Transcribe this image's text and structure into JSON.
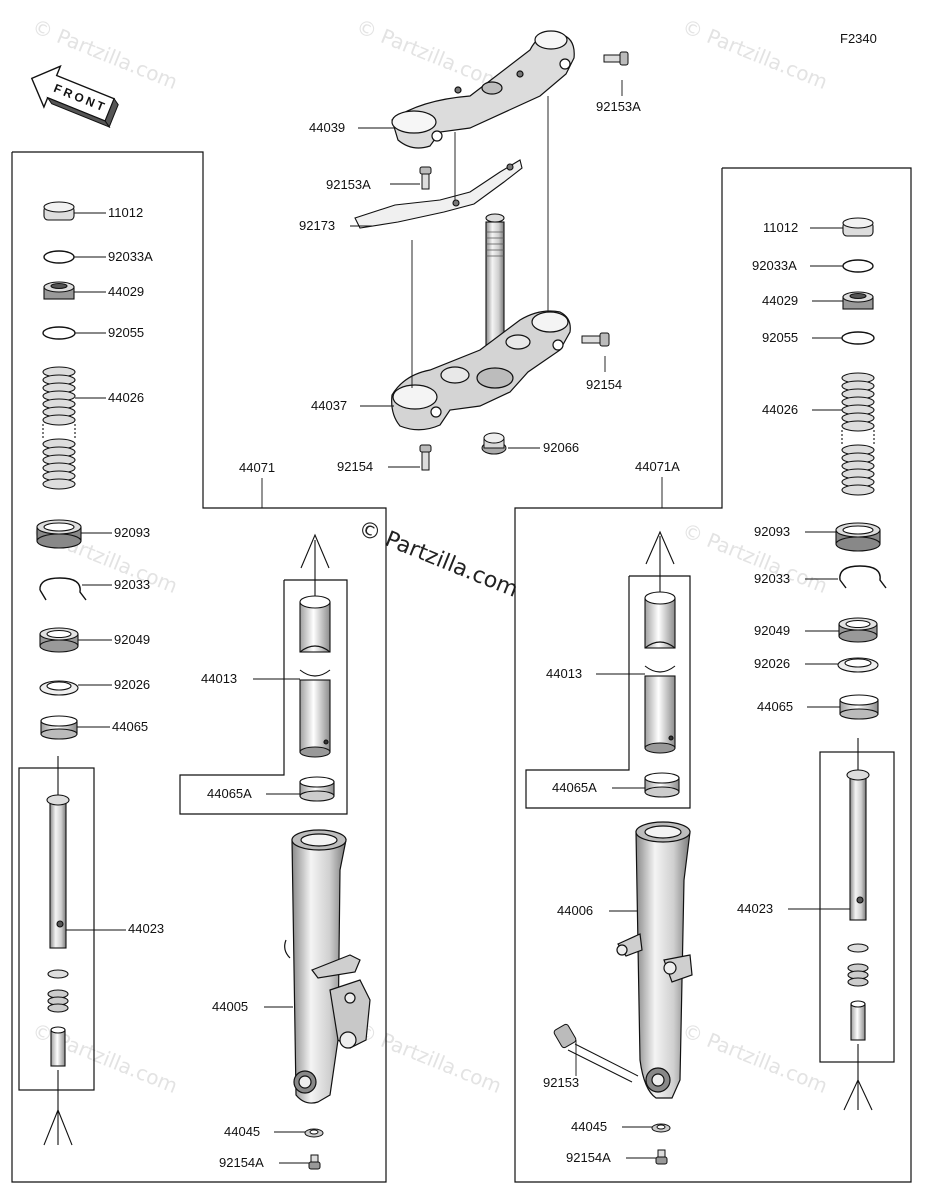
{
  "figure_ref": "F2340",
  "front_label": "FRONT",
  "watermark": "© Partzilla.com",
  "colors": {
    "line": "#111111",
    "part_fill": "#e6e6e6",
    "part_dark": "#9a9a9a",
    "watermark": "#e3e3e3"
  },
  "parts": {
    "top_clamp": {
      "label": "44039"
    },
    "bolt_top_right": {
      "label": "92153A"
    },
    "bolt_top_left": {
      "label": "92153A"
    },
    "bracket": {
      "label": "92173"
    },
    "stem_clamp": {
      "label": "44037"
    },
    "stem_bolt_right": {
      "label": "92154"
    },
    "stem_bolt_left": {
      "label": "92154"
    },
    "stem_nut": {
      "label": "92066"
    },
    "left_fork": {
      "label": "44071"
    },
    "right_fork": {
      "label": "44071A"
    },
    "l_cap": {
      "label": "11012"
    },
    "l_ring": {
      "label": "92033A"
    },
    "l_plug": {
      "label": "44029"
    },
    "l_oring": {
      "label": "92055"
    },
    "l_spring": {
      "label": "44026"
    },
    "l_seal": {
      "label": "92093"
    },
    "l_clip": {
      "label": "92033"
    },
    "l_oilseal": {
      "label": "92049"
    },
    "l_washer": {
      "label": "92026"
    },
    "l_bush": {
      "label": "44065"
    },
    "l_damper": {
      "label": "44023"
    },
    "l_inner_tube": {
      "label": "44013"
    },
    "l_bush_a": {
      "label": "44065A"
    },
    "l_outer_tube": {
      "label": "44005"
    },
    "l_gasket": {
      "label": "44045"
    },
    "l_drain_bolt": {
      "label": "92154A"
    },
    "r_cap": {
      "label": "11012"
    },
    "r_ring": {
      "label": "92033A"
    },
    "r_plug": {
      "label": "44029"
    },
    "r_oring": {
      "label": "92055"
    },
    "r_spring": {
      "label": "44026"
    },
    "r_seal": {
      "label": "92093"
    },
    "r_clip": {
      "label": "92033"
    },
    "r_oilseal": {
      "label": "92049"
    },
    "r_washer": {
      "label": "92026"
    },
    "r_bush": {
      "label": "44065"
    },
    "r_inner_tube": {
      "label": "44013"
    },
    "r_bush_a": {
      "label": "44065A"
    },
    "r_outer_tube": {
      "label": "44006"
    },
    "r_damper": {
      "label": "44023"
    },
    "r_axle_bolt": {
      "label": "92153"
    },
    "r_gasket": {
      "label": "44045"
    },
    "r_drain_bolt": {
      "label": "92154A"
    }
  }
}
